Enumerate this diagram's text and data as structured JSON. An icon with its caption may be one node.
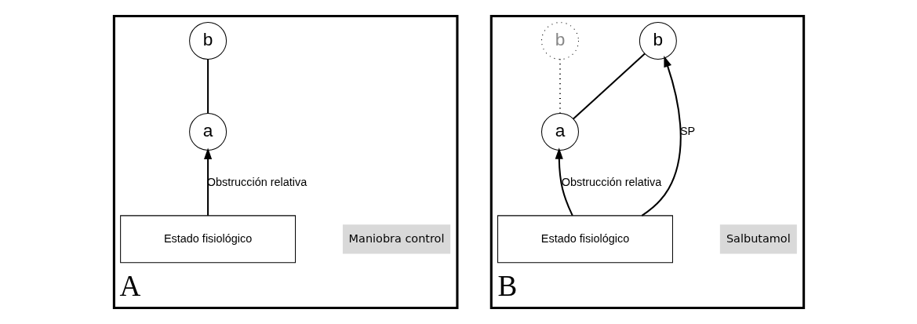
{
  "diagram": {
    "nodes": [
      {
        "text": [
          "A"
        ]
      },
      {
        "text": [
          "Maniobra control"
        ],
        "in": 0
      },
      {
        "text": [
          "Estado fisiológico"
        ],
        "in": 0
      },
      {
        "text": [
          "a"
        ],
        "in": 0
      },
      {
        "text": [
          "b"
        ],
        "in": 0
      },
      {
        "text": [
          "B"
        ]
      },
      {
        "text": [
          "Salbutamol"
        ],
        "in": 5
      },
      {
        "text": [
          "Estado fisiológico"
        ],
        "in": 5
      },
      {
        "text": [
          "a"
        ],
        "in": 5
      },
      {
        "text": [
          "b"
        ],
        "in": 5
      },
      {
        "text": [
          "b"
        ],
        "in": 5
      }
    ],
    "edges": [
      {
        "from": 2,
        "to": 3,
        "arrow": "to",
        "label": "Obstrucción relativa"
      },
      {
        "from": 3,
        "to": 4,
        "arrow": "none"
      },
      {
        "from": 7,
        "to": 8,
        "arrow": "to",
        "label": "Obstrucción relativa"
      },
      {
        "from": 8,
        "to": 9,
        "arrow": "none"
      },
      {
        "from": 8,
        "to": 10,
        "arrow": "none",
        "style": "dashed"
      },
      {
        "from": 7,
        "to": 9,
        "arrow": "to",
        "label": "SP"
      }
    ]
  }
}
